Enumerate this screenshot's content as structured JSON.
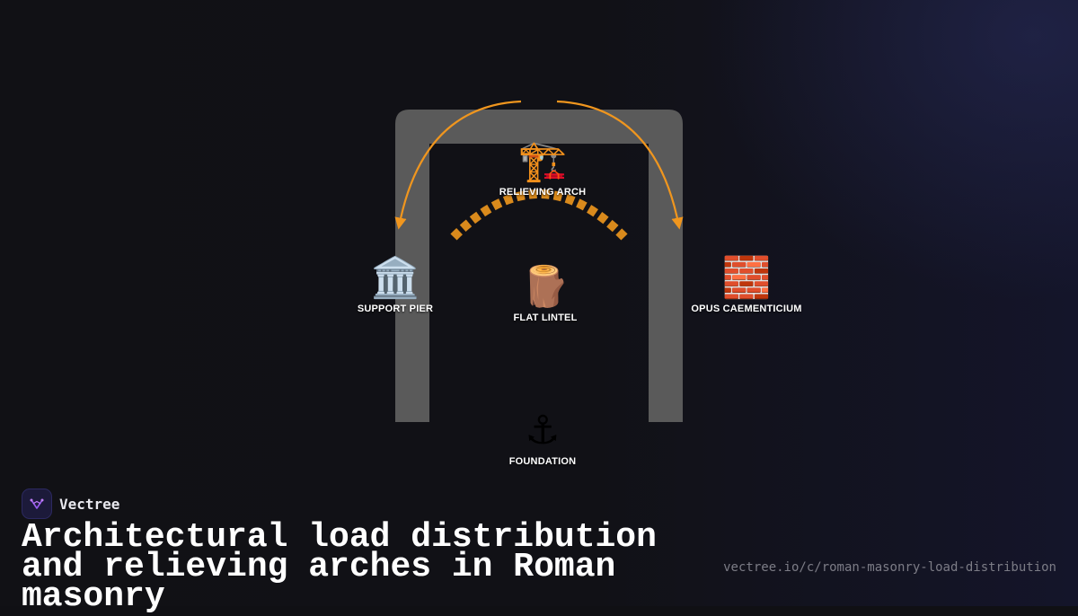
{
  "colors": {
    "accent": "#f0961e",
    "structure": "#5a5a5a",
    "background": "#101014"
  },
  "nodes": {
    "relieving_arch": {
      "label": "RELIEVING ARCH",
      "icon": "crane-icon",
      "glyph": "🏗️"
    },
    "support_pier": {
      "label": "SUPPORT PIER",
      "icon": "classical-building-icon",
      "glyph": "🏛️"
    },
    "flat_lintel": {
      "label": "FLAT LINTEL",
      "icon": "wood-log-icon",
      "glyph": "🪵"
    },
    "opus_caementicium": {
      "label": "OPUS CAEMENTICIUM",
      "icon": "brick-icon",
      "glyph": "🧱"
    },
    "foundation": {
      "label": "FOUNDATION",
      "icon": "anchor-icon",
      "glyph": "⚓"
    }
  },
  "brand": {
    "name": "Vectree",
    "icon": "vectree-logo-icon"
  },
  "title": "Architectural load distribution and relieving arches in Roman masonry",
  "url": "vectree.io/c/roman-masonry-load-distribution"
}
